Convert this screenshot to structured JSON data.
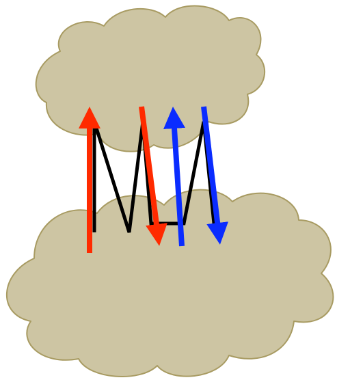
{
  "diagram": {
    "colors": {
      "cloud_fill": "#cdc5a3",
      "cloud_stroke": "#a89b62",
      "black_line": "#000000",
      "red_arrow": "#ff2a00",
      "blue_arrow": "#0a2cff",
      "background": "#ffffff"
    },
    "elements": [
      {
        "name": "upper-cloud",
        "shape": "cloud"
      },
      {
        "name": "lower-cloud",
        "shape": "cloud"
      },
      {
        "name": "zigzag-line",
        "shape": "polyline",
        "color": "black"
      },
      {
        "name": "red-arrow-up",
        "direction": "up",
        "color": "red"
      },
      {
        "name": "red-arrow-down",
        "direction": "down",
        "color": "red"
      },
      {
        "name": "blue-arrow-up",
        "direction": "up",
        "color": "blue"
      },
      {
        "name": "blue-arrow-down",
        "direction": "down",
        "color": "blue"
      }
    ]
  }
}
